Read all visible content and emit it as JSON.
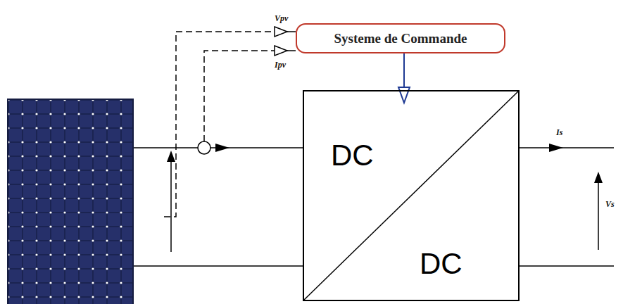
{
  "diagram": {
    "nodes": [
      {
        "text": [
          "Systeme de Commande"
        ]
      },
      {
        "text": [
          "DC",
          "DC"
        ]
      }
    ],
    "edges": [
      {
        "from": 0,
        "to": 1,
        "arrow": "to"
      }
    ],
    "labels": [
      "Vpv",
      "Ipv",
      "Is",
      "Vs"
    ]
  }
}
